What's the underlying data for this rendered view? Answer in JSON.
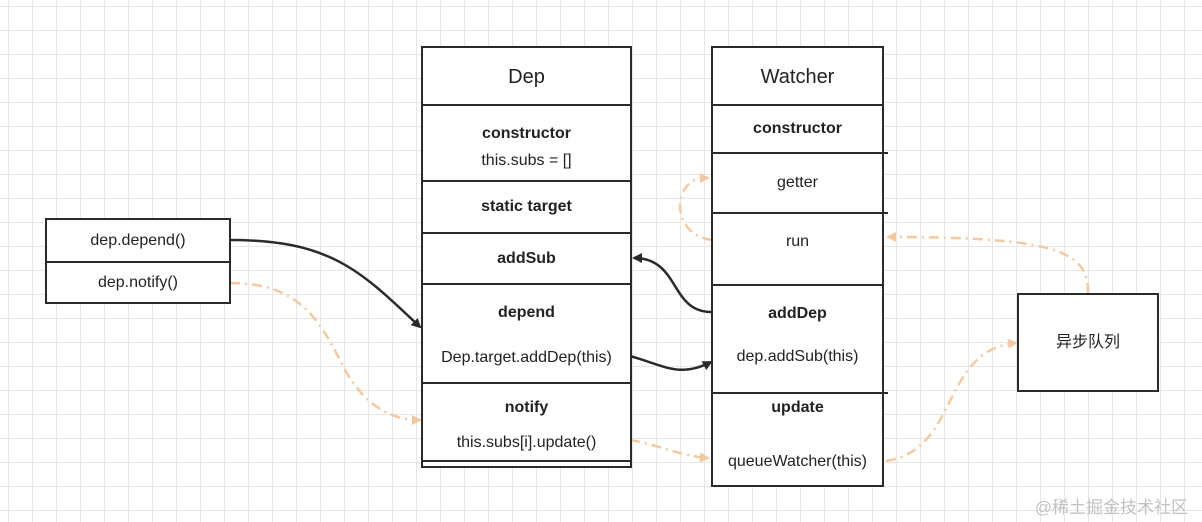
{
  "dep_class": {
    "title": "Dep",
    "constructor": "constructor",
    "constructor_body": "this.subs = []",
    "static_target": "static target",
    "add_sub": "addSub",
    "depend": "depend",
    "depend_body": "Dep.target.addDep(this)",
    "notify": "notify",
    "notify_body": "this.subs[i].update()"
  },
  "watcher_class": {
    "title": "Watcher",
    "constructor": "constructor",
    "getter": "getter",
    "run": "run",
    "add_dep": "addDep",
    "add_dep_body": "dep.addSub(this)",
    "update": "update",
    "update_body": "queueWatcher(this)"
  },
  "caller": {
    "depend_call": "dep.depend()",
    "notify_call": "dep.notify()"
  },
  "queue": {
    "label": "异步队列"
  },
  "watermark": "@稀土掘金技术社区",
  "colors": {
    "stroke": "#2b2b2b",
    "async_arrow": "#f5c9a0"
  }
}
